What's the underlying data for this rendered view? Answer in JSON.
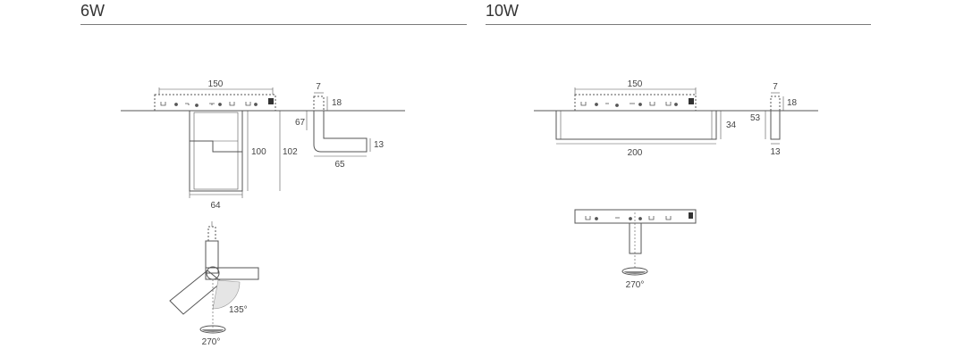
{
  "left_panel": {
    "title": "6W",
    "dims": {
      "width_top": "150",
      "side_top": "7",
      "side_height_small": "18",
      "height_67": "67",
      "height_100": "100",
      "height_102": "102",
      "side_13": "13",
      "side_65": "65",
      "width_bottom": "64"
    },
    "rotation_135": "135°",
    "rotation_270": "270°"
  },
  "right_panel": {
    "title": "10W",
    "dims": {
      "width_top": "150",
      "side_top": "7",
      "side_height_small": "18",
      "height_34": "34",
      "height_53": "53",
      "width_200": "200",
      "side_13": "13"
    },
    "rotation_270": "270°"
  },
  "colors": {
    "line": "#555555",
    "rule": "#7a7a7a",
    "text": "#444444"
  }
}
